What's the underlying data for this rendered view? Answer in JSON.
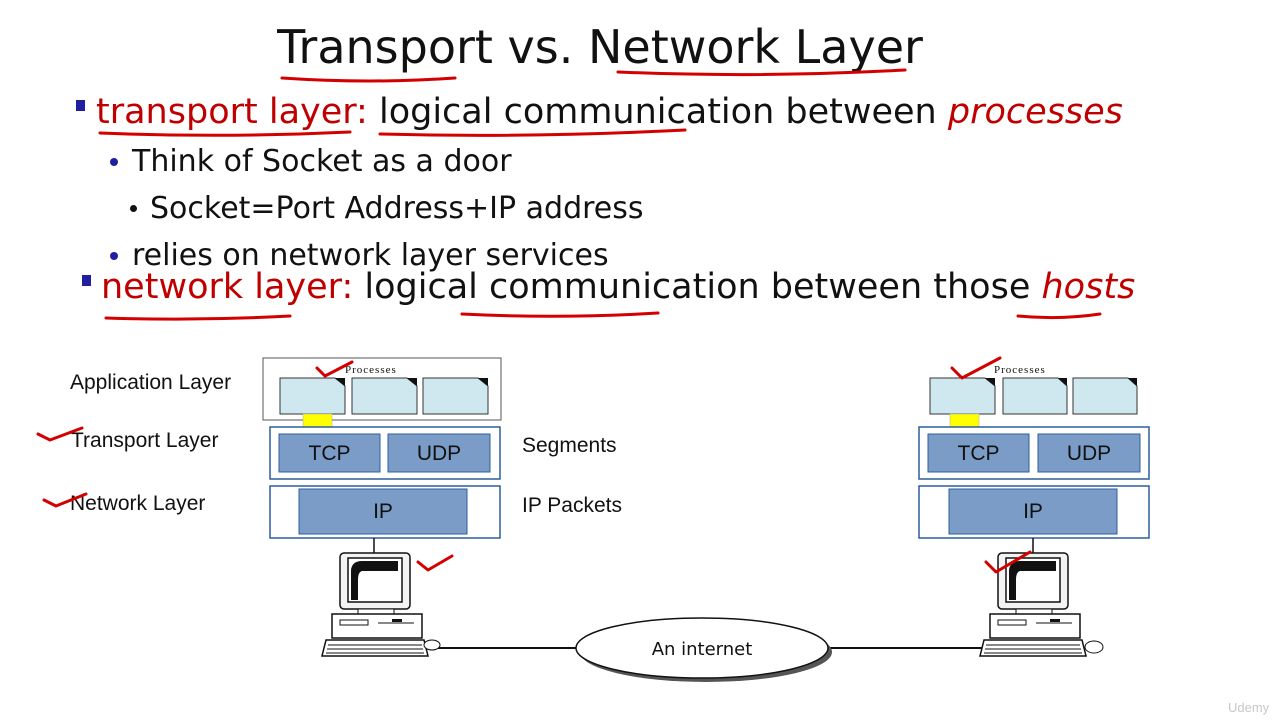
{
  "slide": {
    "title_part1": "Transport vs.",
    "title_part2": "Network Layer",
    "bullets": {
      "transport_term": "transport layer:",
      "transport_text": " logical communication between ",
      "transport_em": "processes",
      "sub1": "Think of Socket as a door",
      "sub1a": "Socket=Port Address+IP address",
      "sub2": "relies on network layer services",
      "network_term": "network layer:",
      "network_text": " logical communication between those ",
      "network_em": "hosts"
    }
  },
  "diagram": {
    "layers": {
      "application": "Application Layer",
      "transport": "Transport Layer",
      "network": "Network Layer"
    },
    "units": {
      "segments": "Segments",
      "packets": "IP Packets"
    },
    "host_left": {
      "processes": "Processes",
      "tcp": "TCP",
      "udp": "UDP",
      "ip": "IP"
    },
    "host_right": {
      "processes": "Processes",
      "tcp": "TCP",
      "udp": "UDP",
      "ip": "IP"
    },
    "cloud": "An internet"
  },
  "colors": {
    "accent_red": "#c00000",
    "bullet_blue": "#1f1f9f",
    "process_fill": "#cfe8f0",
    "protocol_fill": "#7a9cc6",
    "protocol_border": "#2d5f9e",
    "socket_yellow": "#ffff00",
    "annotation_red": "#d40000"
  },
  "watermark": "Udemy"
}
